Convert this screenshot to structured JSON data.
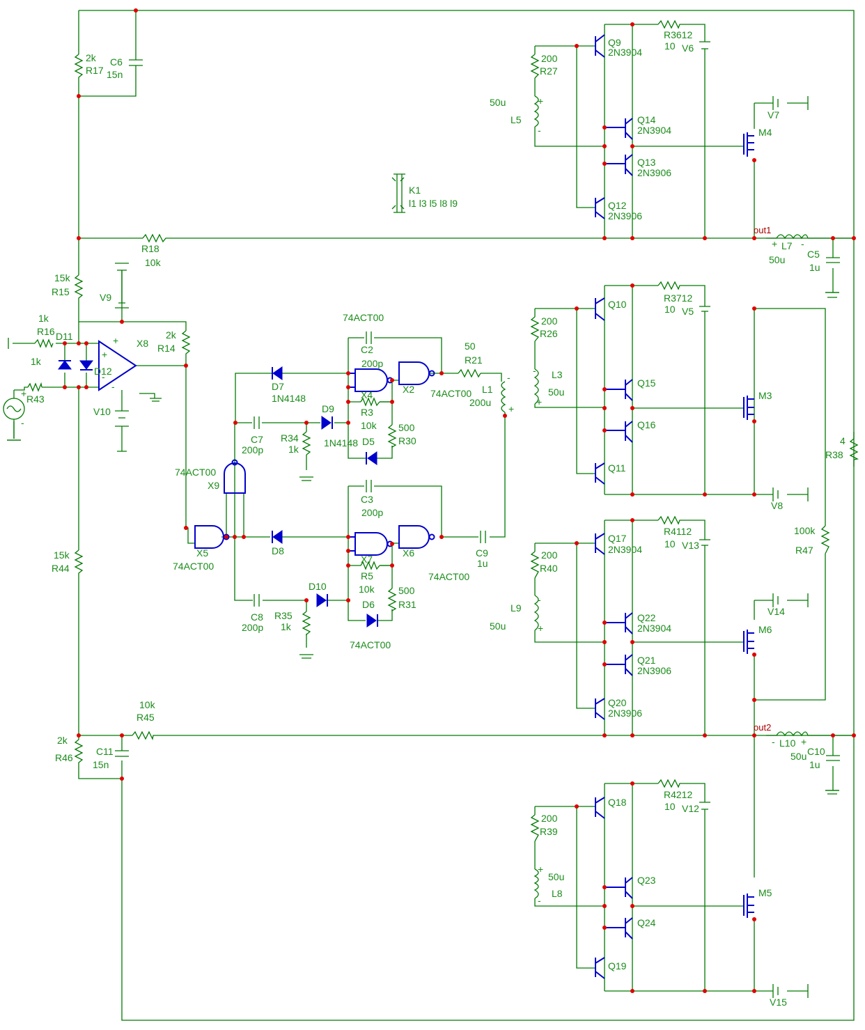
{
  "colors": {
    "wire": "#007a00",
    "symbol": "#0000cc",
    "junction": "#e00000",
    "label": "#1a8c1a",
    "net_label": "#aa0000"
  },
  "labels": [
    {
      "id": "r17v",
      "text": "2k"
    },
    {
      "id": "r17",
      "text": "R17"
    },
    {
      "id": "c6",
      "text": "C6"
    },
    {
      "id": "c6v",
      "text": "15n"
    },
    {
      "id": "r18",
      "text": "R18"
    },
    {
      "id": "r18v",
      "text": "10k"
    },
    {
      "id": "r15v",
      "text": "15k"
    },
    {
      "id": "r15",
      "text": "R15"
    },
    {
      "id": "v9",
      "text": "V9"
    },
    {
      "id": "x8",
      "text": "X8"
    },
    {
      "id": "r14v",
      "text": "2k"
    },
    {
      "id": "r14",
      "text": "R14"
    },
    {
      "id": "r16v",
      "text": "1k"
    },
    {
      "id": "r16",
      "text": "R16"
    },
    {
      "id": "d11",
      "text": "D11"
    },
    {
      "id": "r43v",
      "text": "1k"
    },
    {
      "id": "d12",
      "text": "D12"
    },
    {
      "id": "r43",
      "text": "R43"
    },
    {
      "id": "v10",
      "text": "V10"
    },
    {
      "id": "x9t",
      "text": "74ACT00"
    },
    {
      "id": "x9",
      "text": "X9"
    },
    {
      "id": "x5",
      "text": "X5"
    },
    {
      "id": "x5t",
      "text": "74ACT00"
    },
    {
      "id": "d7",
      "text": "D7"
    },
    {
      "id": "d7t",
      "text": "1N4148"
    },
    {
      "id": "c7",
      "text": "C7"
    },
    {
      "id": "c7v",
      "text": "200p"
    },
    {
      "id": "r34",
      "text": "R34"
    },
    {
      "id": "r34v",
      "text": "1k"
    },
    {
      "id": "d9",
      "text": "D9"
    },
    {
      "id": "d9t",
      "text": "1N4148"
    },
    {
      "id": "d5",
      "text": "D5"
    },
    {
      "id": "x4t",
      "text": "74ACT00"
    },
    {
      "id": "c2",
      "text": "C2"
    },
    {
      "id": "c2v",
      "text": "200p"
    },
    {
      "id": "x4",
      "text": "X4"
    },
    {
      "id": "r3",
      "text": "R3"
    },
    {
      "id": "r3v",
      "text": "10k"
    },
    {
      "id": "x2",
      "text": "X2"
    },
    {
      "id": "r30v",
      "text": "500"
    },
    {
      "id": "r30",
      "text": "R30"
    },
    {
      "id": "r21v",
      "text": "50"
    },
    {
      "id": "r21",
      "text": "R21"
    },
    {
      "id": "x2t",
      "text": "74ACT00"
    },
    {
      "id": "l1",
      "text": "L1"
    },
    {
      "id": "l1v",
      "text": "200u"
    },
    {
      "id": "d8",
      "text": "D8"
    },
    {
      "id": "c3",
      "text": "C3"
    },
    {
      "id": "c3v",
      "text": "200p"
    },
    {
      "id": "x7",
      "text": "X7"
    },
    {
      "id": "r5",
      "text": "R5"
    },
    {
      "id": "r5v",
      "text": "10k"
    },
    {
      "id": "x6",
      "text": "X6"
    },
    {
      "id": "r31v",
      "text": "500"
    },
    {
      "id": "r31",
      "text": "R31"
    },
    {
      "id": "x6t",
      "text": "74ACT00"
    },
    {
      "id": "c9",
      "text": "C9"
    },
    {
      "id": "c9v",
      "text": "1u"
    },
    {
      "id": "d10",
      "text": "D10"
    },
    {
      "id": "c8",
      "text": "C8"
    },
    {
      "id": "c8v",
      "text": "200p"
    },
    {
      "id": "r35",
      "text": "R35"
    },
    {
      "id": "r35v",
      "text": "1k"
    },
    {
      "id": "d6",
      "text": "D6"
    },
    {
      "id": "x7t",
      "text": "74ACT00"
    },
    {
      "id": "r44v",
      "text": "15k"
    },
    {
      "id": "r44",
      "text": "R44"
    },
    {
      "id": "r45v",
      "text": "10k"
    },
    {
      "id": "r45",
      "text": "R45"
    },
    {
      "id": "r46v",
      "text": "2k"
    },
    {
      "id": "r46",
      "text": "R46"
    },
    {
      "id": "c11",
      "text": "C11"
    },
    {
      "id": "c11v",
      "text": "15n"
    },
    {
      "id": "k1",
      "text": "K1"
    },
    {
      "id": "k1v",
      "text": "l1 l3 l5 l8 l9"
    },
    {
      "id": "r27v",
      "text": "200"
    },
    {
      "id": "r27",
      "text": "R27"
    },
    {
      "id": "l5v",
      "text": "50u"
    },
    {
      "id": "l5",
      "text": "L5"
    },
    {
      "id": "q9",
      "text": "Q9"
    },
    {
      "id": "q9t",
      "text": "2N3904"
    },
    {
      "id": "r36",
      "text": "R3612"
    },
    {
      "id": "r36v",
      "text": "10"
    },
    {
      "id": "v6",
      "text": "V6"
    },
    {
      "id": "q14",
      "text": "Q14"
    },
    {
      "id": "q14t",
      "text": "2N3904"
    },
    {
      "id": "q13",
      "text": "Q13"
    },
    {
      "id": "q13t",
      "text": "2N3906"
    },
    {
      "id": "q12",
      "text": "Q12"
    },
    {
      "id": "q12t",
      "text": "2N3906"
    },
    {
      "id": "v7",
      "text": "V7"
    },
    {
      "id": "m4",
      "text": "M4"
    },
    {
      "id": "out1",
      "text": "out1"
    },
    {
      "id": "l7",
      "text": "L7"
    },
    {
      "id": "l7v",
      "text": "50u"
    },
    {
      "id": "c5",
      "text": "C5"
    },
    {
      "id": "c5v",
      "text": "1u"
    },
    {
      "id": "r26v",
      "text": "200"
    },
    {
      "id": "r26",
      "text": "R26"
    },
    {
      "id": "l3",
      "text": "L3"
    },
    {
      "id": "l3v",
      "text": "50u"
    },
    {
      "id": "q10",
      "text": "Q10"
    },
    {
      "id": "r37",
      "text": "R3712"
    },
    {
      "id": "r37v",
      "text": "10"
    },
    {
      "id": "v5",
      "text": "V5"
    },
    {
      "id": "q15",
      "text": "Q15"
    },
    {
      "id": "q16",
      "text": "Q16"
    },
    {
      "id": "q11",
      "text": "Q11"
    },
    {
      "id": "m3",
      "text": "M3"
    },
    {
      "id": "v8",
      "text": "V8"
    },
    {
      "id": "r38v",
      "text": "4"
    },
    {
      "id": "r38",
      "text": "R38"
    },
    {
      "id": "r40v",
      "text": "200"
    },
    {
      "id": "r40",
      "text": "R40"
    },
    {
      "id": "l9",
      "text": "L9"
    },
    {
      "id": "l9v",
      "text": "50u"
    },
    {
      "id": "q17",
      "text": "Q17"
    },
    {
      "id": "q17t",
      "text": "2N3904"
    },
    {
      "id": "r41",
      "text": "R4112"
    },
    {
      "id": "r41v",
      "text": "10"
    },
    {
      "id": "v13",
      "text": "V13"
    },
    {
      "id": "r47v",
      "text": "100k"
    },
    {
      "id": "r47",
      "text": "R47"
    },
    {
      "id": "q22",
      "text": "Q22"
    },
    {
      "id": "q22t",
      "text": "2N3904"
    },
    {
      "id": "q21",
      "text": "Q21"
    },
    {
      "id": "q21t",
      "text": "2N3906"
    },
    {
      "id": "q20",
      "text": "Q20"
    },
    {
      "id": "q20t",
      "text": "2N3906"
    },
    {
      "id": "v14",
      "text": "V14"
    },
    {
      "id": "m6",
      "text": "M6"
    },
    {
      "id": "out2",
      "text": "out2"
    },
    {
      "id": "l10",
      "text": "L10"
    },
    {
      "id": "l10v",
      "text": "50u"
    },
    {
      "id": "c10",
      "text": "C10"
    },
    {
      "id": "c10v",
      "text": "1u"
    },
    {
      "id": "r39v",
      "text": "200"
    },
    {
      "id": "r39",
      "text": "R39"
    },
    {
      "id": "l8v",
      "text": "50u"
    },
    {
      "id": "l8",
      "text": "L8"
    },
    {
      "id": "q18",
      "text": "Q18"
    },
    {
      "id": "r42",
      "text": "R4212"
    },
    {
      "id": "r42v",
      "text": "10"
    },
    {
      "id": "v12",
      "text": "V12"
    },
    {
      "id": "q23",
      "text": "Q23"
    },
    {
      "id": "q24",
      "text": "Q24"
    },
    {
      "id": "q19",
      "text": "Q19"
    },
    {
      "id": "m5",
      "text": "M5"
    },
    {
      "id": "v15",
      "text": "V15"
    }
  ]
}
